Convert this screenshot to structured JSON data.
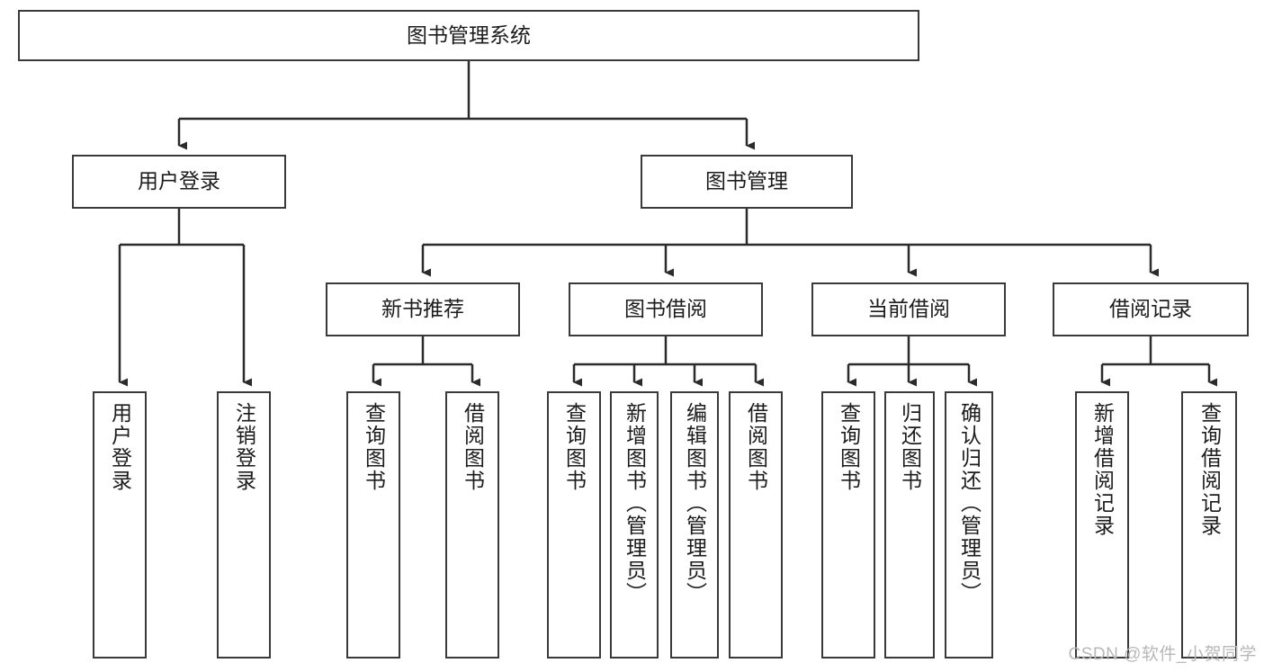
{
  "diagram": {
    "title": "图书管理系统",
    "type": "tree-hierarchy",
    "watermark": "CSDN @软件_小贺同学",
    "colors": {
      "box_border": "#3a3a3a",
      "box_fill": "#ffffff",
      "edge": "#2b2b2b",
      "text": "#1c1c1c",
      "watermark": "#b8b8b8"
    },
    "levels": {
      "root": {
        "label": "图书管理系统"
      },
      "level2": [
        {
          "id": "user-login",
          "label": "用户登录"
        },
        {
          "id": "book-management",
          "label": "图书管理"
        }
      ],
      "level3": [
        {
          "id": "new-book-recommend",
          "label": "新书推荐"
        },
        {
          "id": "book-borrow",
          "label": "图书借阅"
        },
        {
          "id": "current-borrow",
          "label": "当前借阅"
        },
        {
          "id": "borrow-record",
          "label": "借阅记录"
        }
      ],
      "leaves": {
        "user-login": [
          {
            "id": "leaf-user-login",
            "label": "用户登录"
          },
          {
            "id": "leaf-logout-login",
            "label": "注销登录"
          }
        ],
        "new-book-recommend": [
          {
            "id": "leaf-query-book-1",
            "label": "查询图书"
          },
          {
            "id": "leaf-borrow-book-1",
            "label": "借阅图书"
          }
        ],
        "book-borrow": [
          {
            "id": "leaf-query-book-2",
            "label": "查询图书"
          },
          {
            "id": "leaf-add-book",
            "label": "新增图书（管理员）"
          },
          {
            "id": "leaf-edit-book",
            "label": "编辑图书（管理员）"
          },
          {
            "id": "leaf-borrow-book-2",
            "label": "借阅图书"
          }
        ],
        "current-borrow": [
          {
            "id": "leaf-query-book-3",
            "label": "查询图书"
          },
          {
            "id": "leaf-return-book",
            "label": "归还图书"
          },
          {
            "id": "leaf-confirm-return",
            "label": "确认归还（管理员）"
          }
        ],
        "borrow-record": [
          {
            "id": "leaf-add-record",
            "label": "新增借阅记录"
          },
          {
            "id": "leaf-query-record",
            "label": "查询借阅记录"
          }
        ]
      }
    }
  }
}
